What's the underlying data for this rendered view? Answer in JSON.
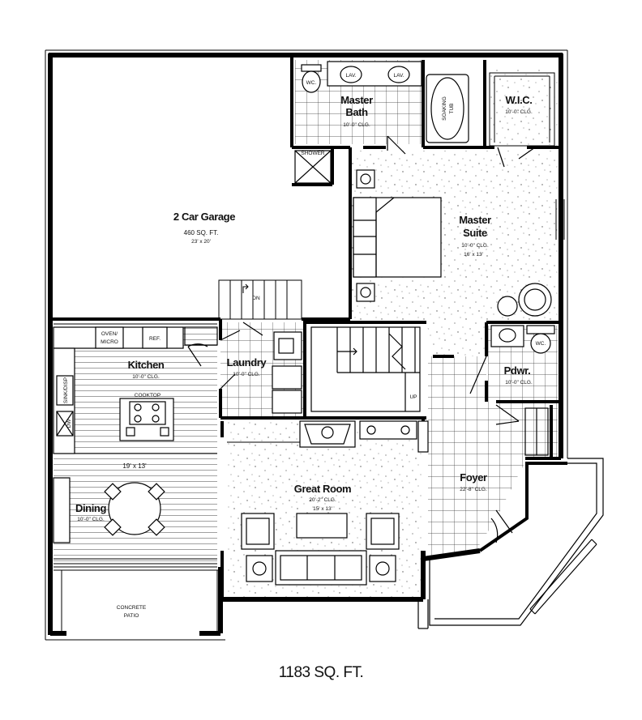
{
  "total_area": "1183 SQ. FT.",
  "rooms": {
    "garage": {
      "name": "2 Car Garage",
      "area": "460 SQ. FT.",
      "size": "23' x 20'"
    },
    "master_bath": {
      "name_line1": "Master",
      "name_line2": "Bath",
      "ceiling": "10'-0\" CLG."
    },
    "wic": {
      "name": "W.I.C.",
      "ceiling": "10'-0\" CLG."
    },
    "master_suite": {
      "name_line1": "Master",
      "name_line2": "Suite",
      "ceiling": "10'-0\" CLG.",
      "size": "16' x 13'"
    },
    "kitchen": {
      "name": "Kitchen",
      "ceiling": "10'-0\" CLG.",
      "size": "19' x 13'"
    },
    "laundry": {
      "name": "Laundry",
      "ceiling": "10'-0\" CLG."
    },
    "powder": {
      "name": "Pdwr.",
      "ceiling": "10'-0\" CLG."
    },
    "dining": {
      "name": "Dining",
      "ceiling": "10'-0\" CLG."
    },
    "great_room": {
      "name": "Great Room",
      "ceiling": "20'-2\" CLG.",
      "size": "15' x 13'"
    },
    "foyer": {
      "name": "Foyer",
      "ceiling": "22'-8\" CLG."
    },
    "patio": {
      "name_line1": "CONCRETE",
      "name_line2": "PATIO"
    }
  },
  "fixtures": {
    "wc": "WC.",
    "lav": "LAV.",
    "shower": "SHOWER",
    "soaking_tub_line1": "SOAKING",
    "soaking_tub_line2": "TUB",
    "oven_micro_line1": "OVEN/",
    "oven_micro_line2": "MICRO",
    "ref": "REF.",
    "cooktop": "COOKTOP",
    "sink_disp": "SINK/DISP",
    "dw": "DW",
    "dn": "DN",
    "up": "UP"
  }
}
